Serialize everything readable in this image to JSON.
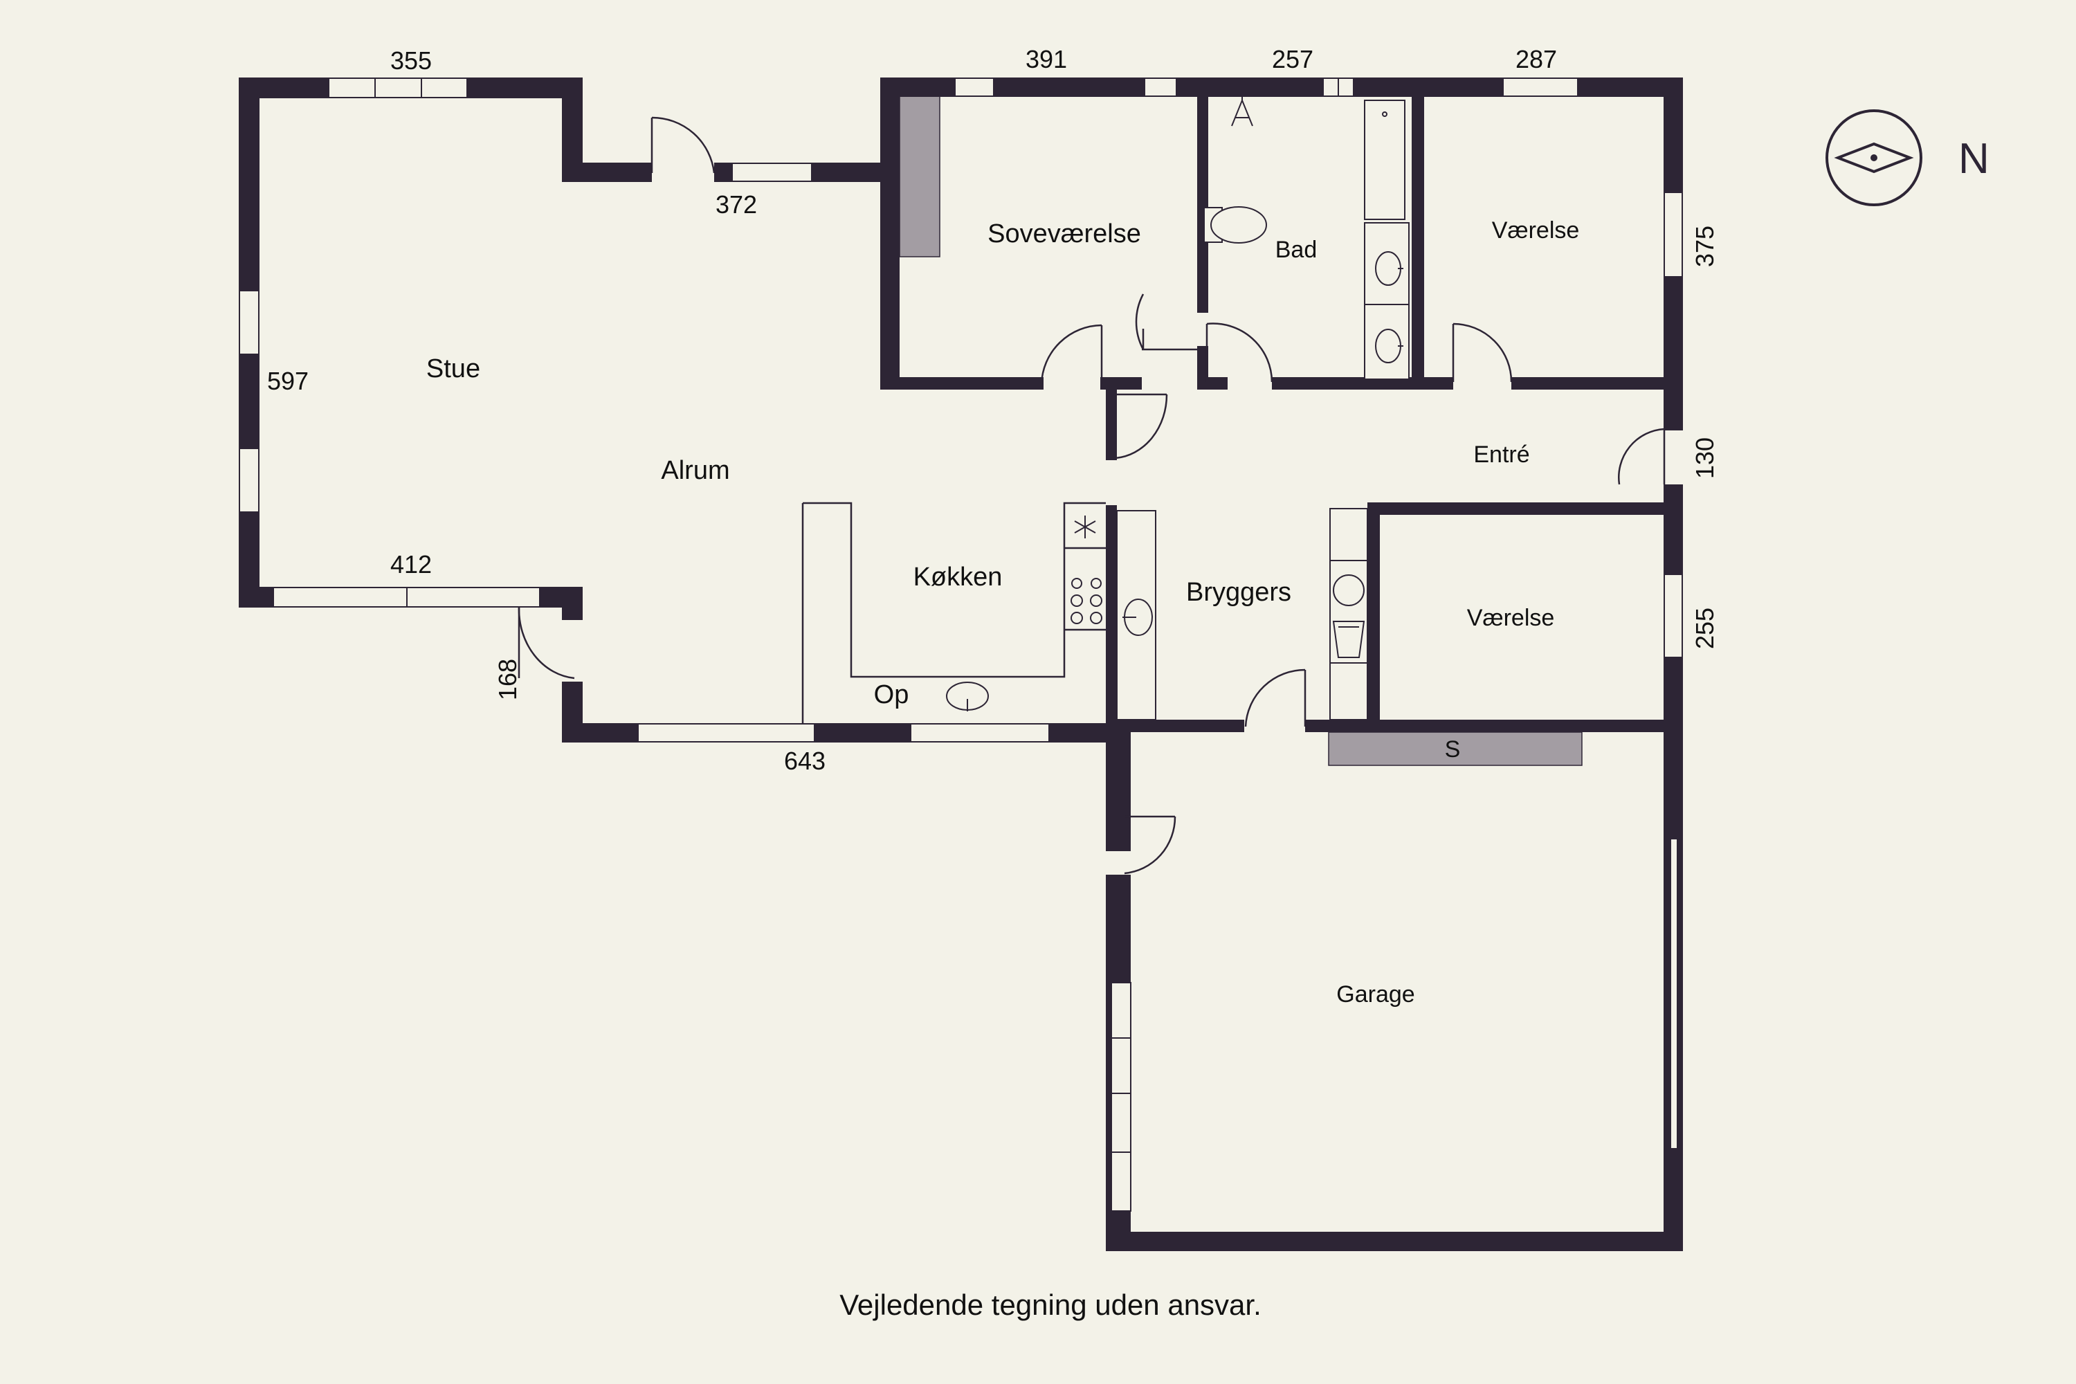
{
  "rooms": {
    "stue": "Stue",
    "alrum": "Alrum",
    "sovevaerelse": "Soveværelse",
    "bad": "Bad",
    "vaerelse_north": "Værelse",
    "entre": "Entré",
    "vaerelse_south": "Værelse",
    "kokken": "Køkken",
    "bryggers": "Bryggers",
    "op": "Op",
    "storage": "S",
    "garage": "Garage"
  },
  "dimensions": {
    "stue_top": "355",
    "sov_top": "391",
    "bad_top": "257",
    "vaer_top": "287",
    "entry_step": "372",
    "stue_left": "597",
    "stue_bottom": "412",
    "step_side": "168",
    "south_wall": "643",
    "vaer_east": "375",
    "entre_east": "130",
    "vaer2_east": "255"
  },
  "compass": {
    "label": "N"
  },
  "footer": {
    "caption": "Vejledende tegning uden ansvar."
  }
}
